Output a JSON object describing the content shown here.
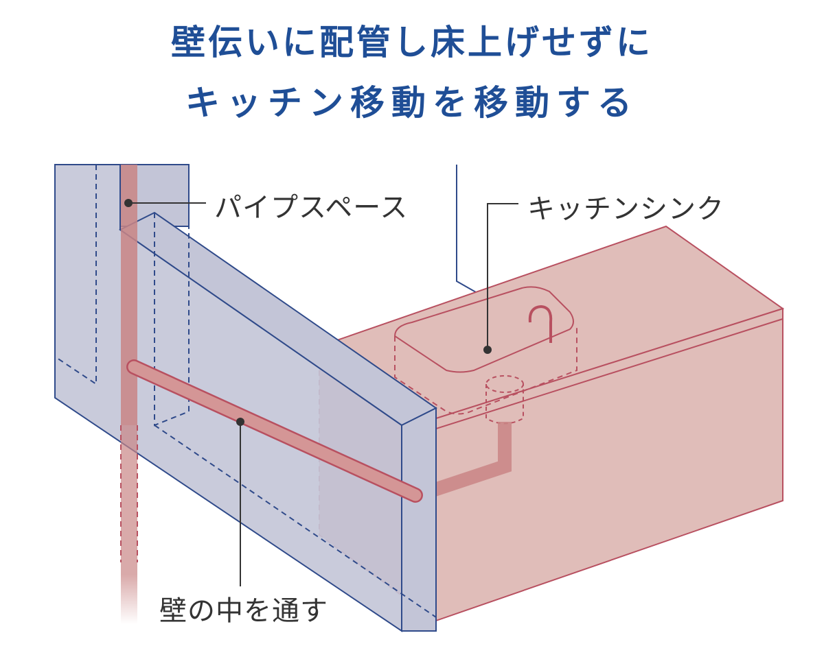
{
  "title": {
    "line1": "壁伝いに配管し床上げせずに",
    "line2": "キッチン移動を移動する"
  },
  "labels": {
    "pipe_space": "パイプスペース",
    "kitchen_sink": "キッチンシンク",
    "through_wall": "壁の中を通す"
  },
  "colors": {
    "title": "#1f4e96",
    "wall_fill": "#c3c5d7",
    "wall_stroke": "#2f4a8a",
    "kitchen_fill": "#e0bdb9",
    "kitchen_stroke": "#b85060",
    "pipe": "#c98585"
  }
}
